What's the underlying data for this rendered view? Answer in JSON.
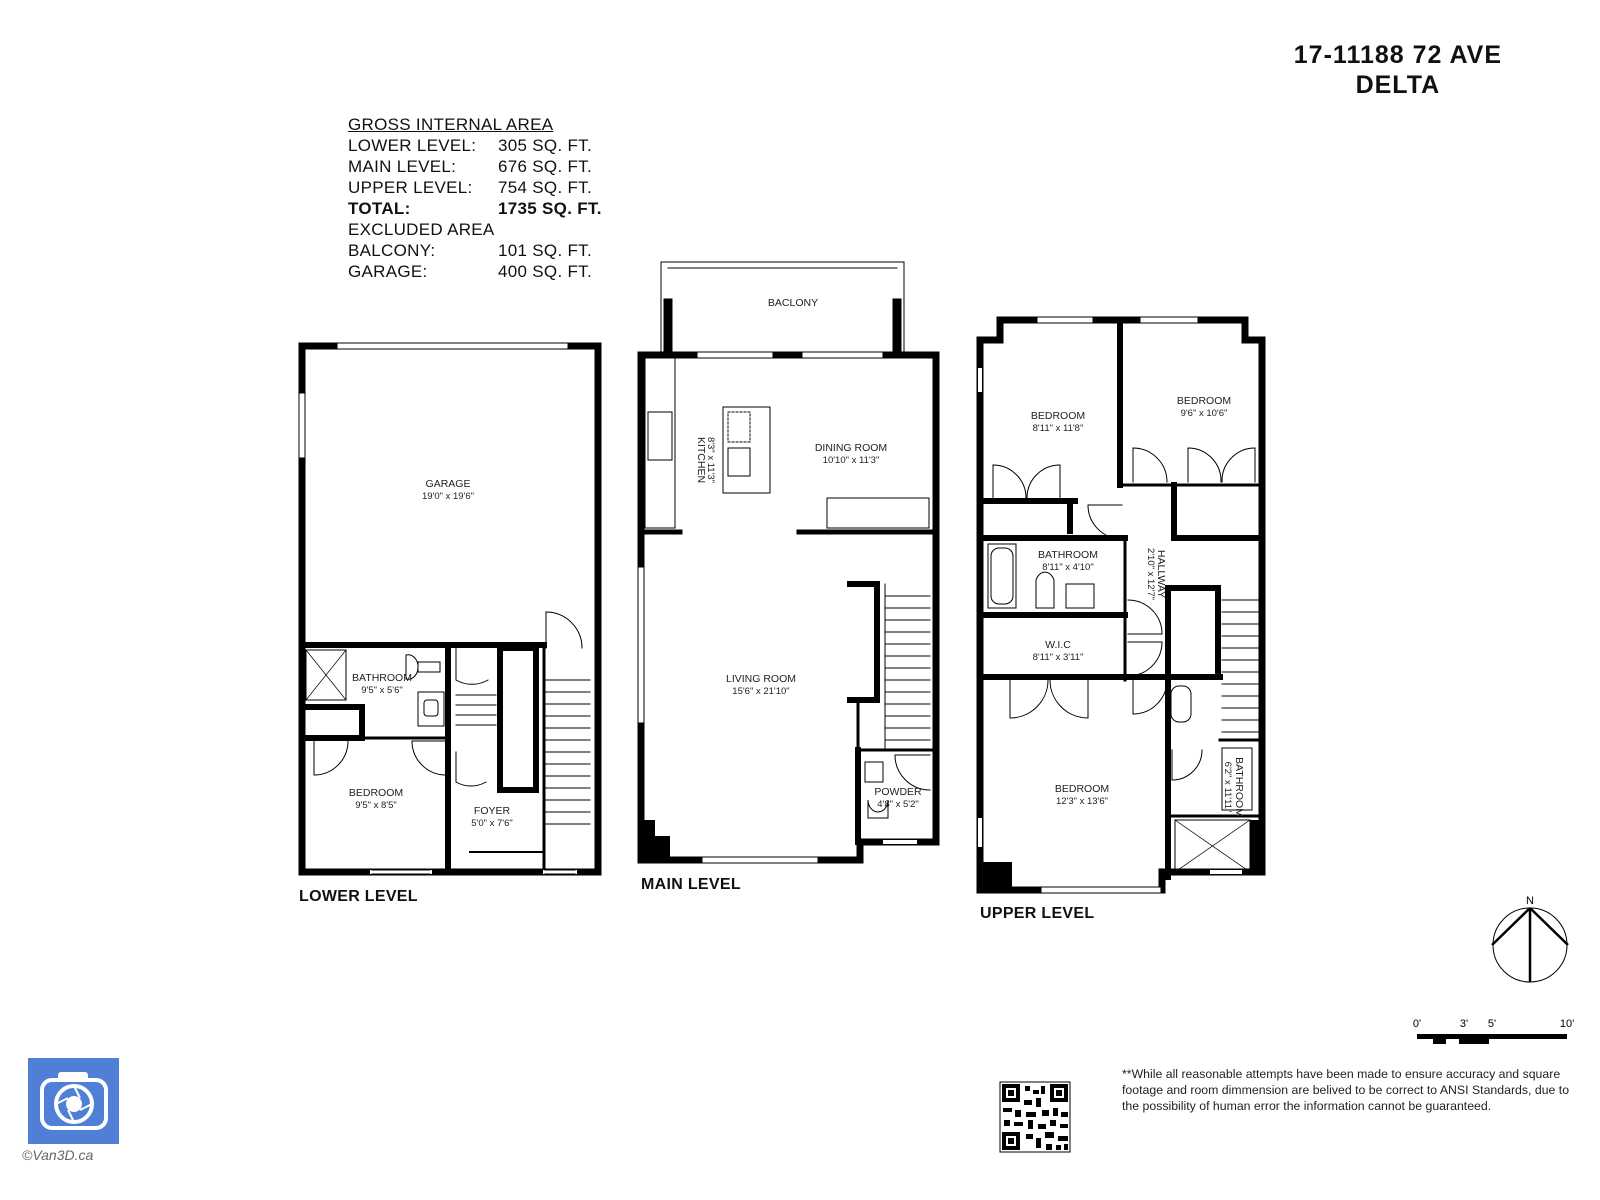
{
  "address": {
    "line1": "17-11188 72 AVE",
    "line2": "DELTA"
  },
  "area_summary": {
    "heading": "GROSS INTERNAL AREA",
    "rows": [
      {
        "label": "LOWER LEVEL:",
        "value": "305 SQ. FT."
      },
      {
        "label": "MAIN LEVEL:",
        "value": "676 SQ. FT."
      },
      {
        "label": "UPPER LEVEL:",
        "value": "754 SQ. FT."
      },
      {
        "label": "TOTAL:",
        "value": "1735 SQ. FT."
      }
    ],
    "excluded_heading": "EXCLUDED AREA",
    "excluded_rows": [
      {
        "label": "BALCONY:",
        "value": "101 SQ. FT."
      },
      {
        "label": "GARAGE:",
        "value": "400 SQ. FT."
      }
    ]
  },
  "levels": {
    "lower": {
      "label": "LOWER LEVEL",
      "rooms": [
        {
          "name": "GARAGE",
          "dims": "19'0\" x 19'6\""
        },
        {
          "name": "BATHROOM",
          "dims": "9'5\" x 5'6\""
        },
        {
          "name": "BEDROOM",
          "dims": "9'5\" x 8'5\""
        },
        {
          "name": "FOYER",
          "dims": "5'0\" x 7'6\""
        }
      ]
    },
    "main": {
      "label": "MAIN LEVEL",
      "rooms": [
        {
          "name": "BACLONY",
          "dims": ""
        },
        {
          "name": "KITCHEN",
          "dims": "8'3\" x 11'3\""
        },
        {
          "name": "DINING ROOM",
          "dims": "10'10\" x 11'3\""
        },
        {
          "name": "LIVING ROOM",
          "dims": "15'6\" x 21'10\""
        },
        {
          "name": "POWDER",
          "dims": "4'8\" x 5'2\""
        }
      ]
    },
    "upper": {
      "label": "UPPER LEVEL",
      "rooms": [
        {
          "name": "BEDROOM",
          "dims": "8'11\" x 11'8\""
        },
        {
          "name": "BEDROOM",
          "dims": "9'6\" x 10'6\""
        },
        {
          "name": "BATHROOM",
          "dims": "8'11\" x 4'10\""
        },
        {
          "name": "HALLWAY",
          "dims": "2'10\" x 12'7\""
        },
        {
          "name": "W.I.C",
          "dims": "8'11\" x 3'11\""
        },
        {
          "name": "BEDROOM",
          "dims": "12'3\" x 13'6\""
        },
        {
          "name": "BATHROOM",
          "dims": "6'2\" x 11'11\""
        }
      ]
    }
  },
  "compass": {
    "label": "N"
  },
  "scale_bar": {
    "ticks": [
      "0'",
      "3'",
      "5'",
      "10'"
    ]
  },
  "disclaimer": "**While all reasonable attempts have been made to ensure accuracy and square footage and room dimmension are belived to be correct to ANSI Standards, due to the possibility of human error the information cannot be guaranteed.",
  "copyright": "©Van3D.ca",
  "colors": {
    "walls": "#000000",
    "logo": "#4f7fd6"
  }
}
